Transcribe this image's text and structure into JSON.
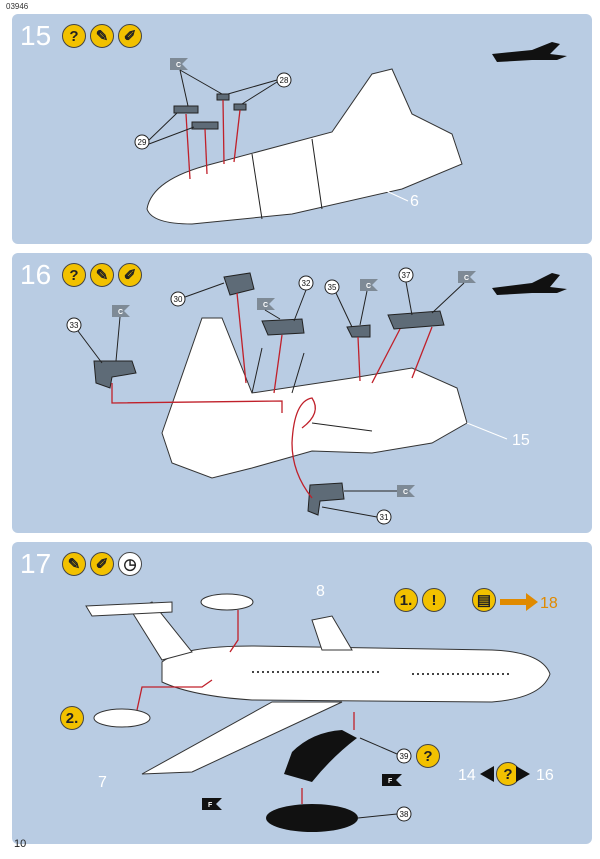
{
  "document": {
    "code": "03946",
    "page_number": "10"
  },
  "steps": [
    {
      "number": "15",
      "callouts": [
        "28",
        "29"
      ],
      "flags": [
        "C"
      ],
      "part_label": "6"
    },
    {
      "number": "16",
      "callouts": [
        "30",
        "31",
        "32",
        "33",
        "35",
        "37"
      ],
      "flags": [
        "C",
        "C",
        "C",
        "C",
        "C"
      ],
      "part_label": "15"
    },
    {
      "number": "17",
      "callouts": [
        "38",
        "39"
      ],
      "flags": [
        "F",
        "F"
      ],
      "part_labels": [
        "8",
        "7",
        "14",
        "16"
      ],
      "badges": [
        "1.",
        "!",
        "2.",
        "?",
        "?"
      ],
      "next_step": "18"
    }
  ],
  "colors": {
    "panel_bg": "#b9cce3",
    "badge_yellow": "#f2c100",
    "leader_red": "#c0202a",
    "part_grey": "#5e6b77",
    "next_arrow": "#e08a00"
  }
}
